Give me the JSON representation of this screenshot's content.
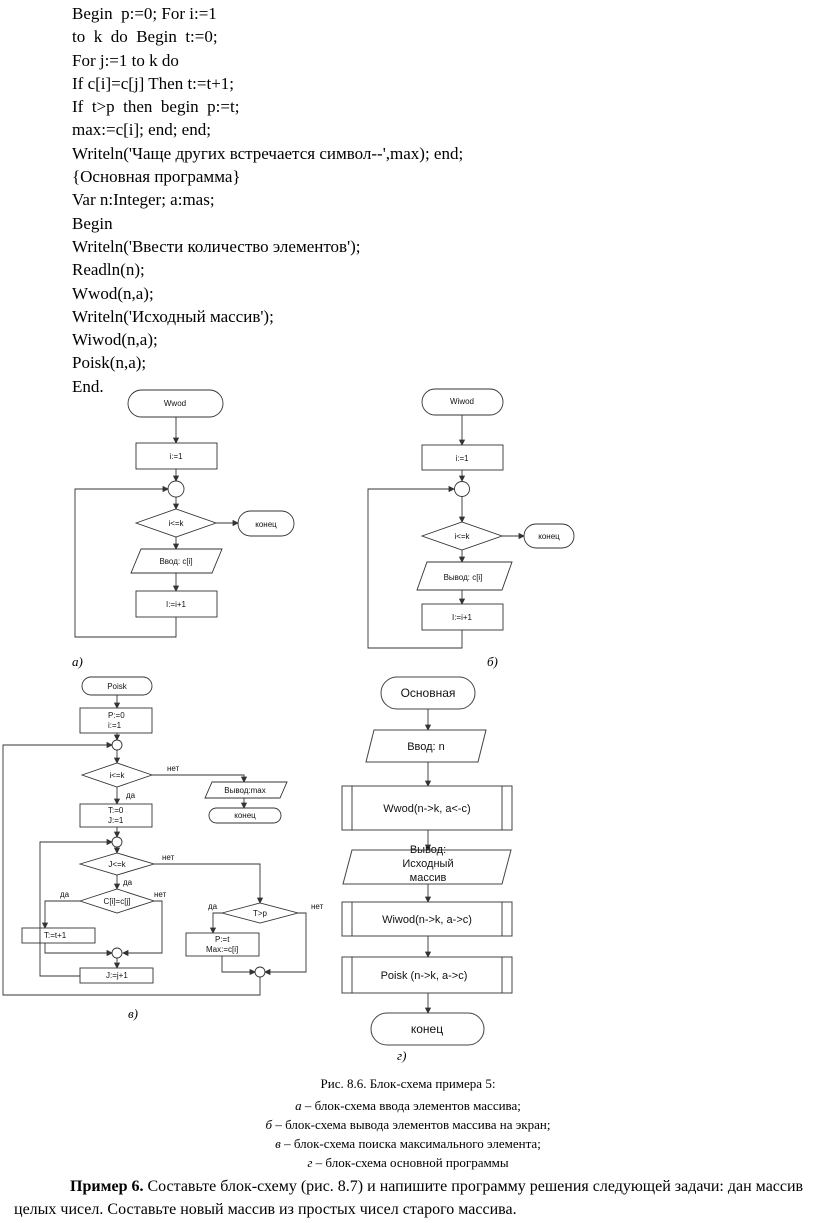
{
  "code_lines": [
    "Begin  p:=0; For i:=1",
    "to  k  do  Begin  t:=0;",
    "For j:=1 to k do",
    "If c[i]=c[j] Then t:=t+1;",
    "If  t>p  then  begin  p:=t;",
    "max:=c[i]; end; end;",
    "Writeln('Чаще других встречается символ--',max); end;",
    "{Основная программа}",
    "Var n:Integer; a:mas;",
    "Begin",
    "Writeln('Ввести количество элементов');",
    "Readln(n);",
    "Wwod(n,a);",
    "Writeln('Исходный массив');",
    "Wiwod(n,a);",
    "Poisk(n,a);",
    "End."
  ],
  "diagram_a": {
    "start": "Wwod",
    "init": "i:=1",
    "cond": "i<=k",
    "end": "конец",
    "io": "Ввод: c[i]",
    "inc": "I:=i+1",
    "label": "а)"
  },
  "diagram_b": {
    "start": "Wiwod",
    "init": "i:=1",
    "cond": "i<=k",
    "end": "конец",
    "io": "Вывод: c[i]",
    "inc": "I:=i+1",
    "label": "б)"
  },
  "diagram_c": {
    "start": "Poisk",
    "init1": "P:=0",
    "init2": "i:=1",
    "cond_i": "i<=k",
    "no1": "нет",
    "yes1": "да",
    "out": "Вывод:max",
    "end": "конец",
    "init3": "T:=0",
    "init4": "J:=1",
    "cond_j": "J<=k",
    "no2": "нет",
    "yes2": "да",
    "cond_c": "C[i]=c[j]",
    "yes3": "да",
    "no3": "нет",
    "t_inc": "T:=t+1",
    "j_inc": "J:=j+1",
    "cond_t": "T>p",
    "yes4": "да",
    "no4": "нет",
    "assign1": "P:=t",
    "assign2": "Max:=c[i]",
    "label": "в)"
  },
  "diagram_d": {
    "start": "Основная",
    "io_in": "Ввод: n",
    "proc1": "Wwod(n->k, a<-c)",
    "io_out": [
      "Вывод:",
      "Исходный",
      "массив"
    ],
    "proc2": "Wiwod(n->k, a->c)",
    "proc3": "Poisk  (n->k, a->c)",
    "end": "конец",
    "label": "г)"
  },
  "caption": {
    "title": "Рис. 8.6. Блок-схема примера 5:",
    "lines": [
      {
        "letter": "а",
        "text": " – блок-схема ввода элементов массива;"
      },
      {
        "letter": "б",
        "text": " – блок-схема вывода элементов массива на экран;"
      },
      {
        "letter": "в",
        "text": " – блок-схема поиска максимального элемента;"
      },
      {
        "letter": "г",
        "text": " – блок-схема основной программы"
      }
    ]
  },
  "paragraph": {
    "bold": "Пример 6.",
    "text": " Составьте блок-схему (рис. 8.7) и напишите программу решения следующей задачи: дан массив целых чисел. Составьте новый массив из простых чисел старого массива."
  }
}
